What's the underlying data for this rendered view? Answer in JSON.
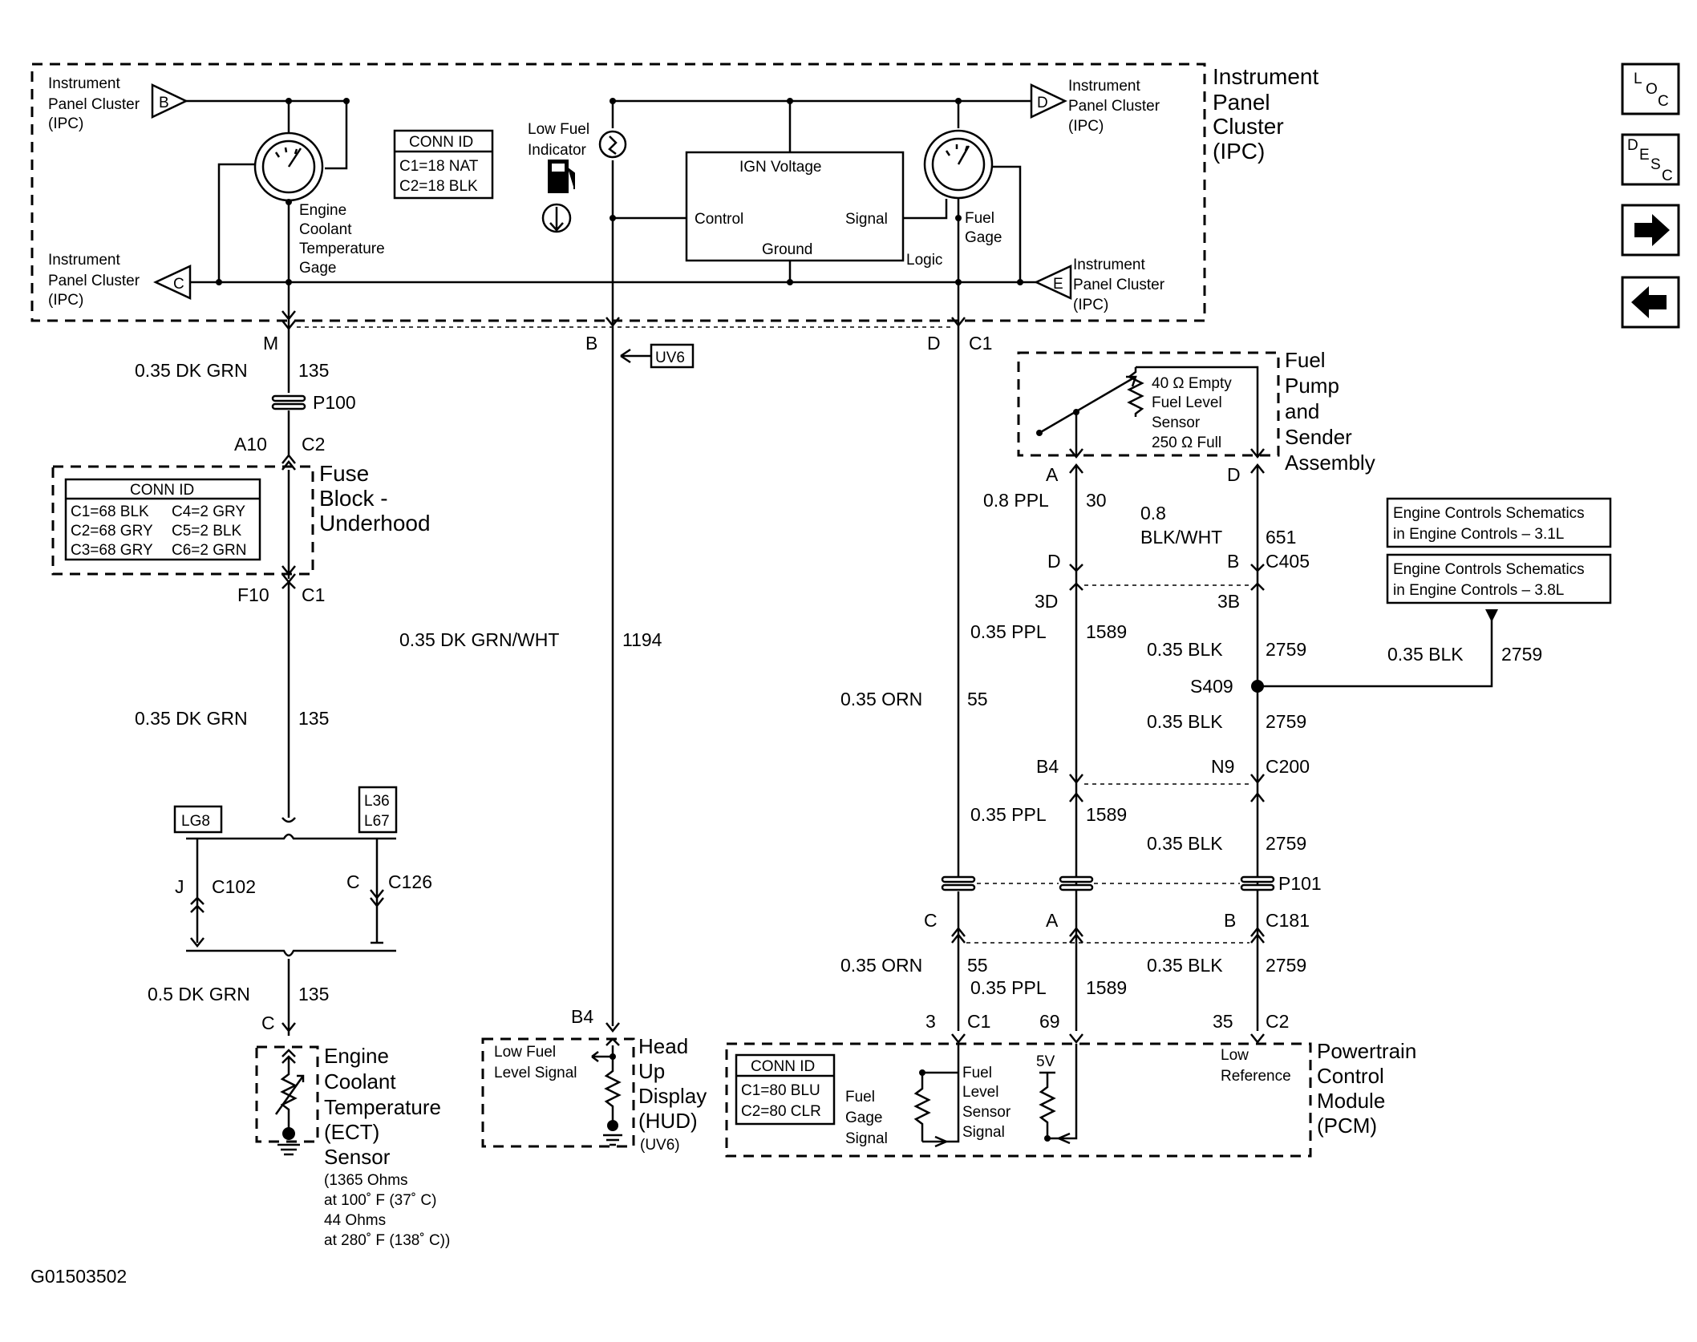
{
  "ipc": {
    "title": [
      "Instrument",
      "Panel",
      "Cluster",
      "(IPC)"
    ],
    "label_b": [
      "Instrument",
      "Panel Cluster",
      "(IPC)"
    ],
    "label_c": [
      "Instrument",
      "Panel Cluster",
      "(IPC)"
    ],
    "label_d": [
      "Instrument",
      "Panel Cluster",
      "(IPC)"
    ],
    "label_e": [
      "Instrument",
      "Panel Cluster",
      "(IPC)"
    ],
    "term_b": "B",
    "term_c": "C",
    "term_d": "D",
    "term_e": "E",
    "conn_title": "CONN ID",
    "conn_rows": [
      "C1=18 NAT",
      "C2=18 BLK"
    ],
    "low_fuel": [
      "Low Fuel",
      "Indicator"
    ],
    "ect_gage": [
      "Engine",
      "Coolant",
      "Temperature",
      "Gage"
    ],
    "fuel_gage": [
      "Fuel",
      "Gage"
    ],
    "ign_voltage": "IGN Voltage",
    "control": "Control",
    "signal": "Signal",
    "ground": "Ground",
    "logic": "Logic"
  },
  "nav": {
    "loc": [
      "L",
      "O",
      "C"
    ],
    "desc": [
      "D",
      "E",
      "S",
      "C"
    ]
  },
  "left": {
    "pin_m": "M",
    "wire1": "0.35 DK GRN",
    "circuit1": "135",
    "p100": "P100",
    "a10": "A10",
    "c2": "C2",
    "fuse_block": [
      "Fuse",
      "Block -",
      "Underhood"
    ],
    "conn_title": "CONN ID",
    "conn_rows": [
      [
        "C1=68 BLK",
        "C4=2 GRY"
      ],
      [
        "C2=68 GRY",
        "C5=2 BLK"
      ],
      [
        "C3=68 GRY",
        "C6=2 GRN"
      ]
    ],
    "f10": "F10",
    "c1": "C1",
    "wire2": "0.35 DK GRN",
    "circuit2": "135",
    "lg8": "LG8",
    "l36": [
      "L36",
      "L67"
    ],
    "j": "J",
    "c102": "C102",
    "c": "C",
    "c126": "C126",
    "wire3": "0.5 DK GRN",
    "circuit3": "135",
    "pin_c": "C",
    "ect_sensor": [
      "Engine",
      "Coolant",
      "Temperature",
      "(ECT)",
      "Sensor"
    ],
    "ect_specs": [
      "(1365 Ohms",
      "at 100˚ F (37˚ C)",
      "44 Ohms",
      "at 280˚ F (138˚ C))"
    ]
  },
  "middle": {
    "pin_b": "B",
    "uv6": "UV6",
    "wire": "0.35 DK GRN/WHT",
    "circuit": "1194",
    "b4": "B4",
    "hud_signal": [
      "Low Fuel",
      "Level Signal"
    ],
    "hud": [
      "Head",
      "Up",
      "Display",
      "(HUD)"
    ],
    "hud_option": "(UV6)"
  },
  "right": {
    "pin_d": "D",
    "c1": "C1",
    "sender": [
      "Fuel",
      "Pump",
      "and",
      "Sender",
      "Assembly"
    ],
    "sensor_text": [
      "40 Ω  Empty",
      "Fuel Level",
      "Sensor",
      "250 Ω Full"
    ],
    "pin_a": "A",
    "pin_d2": "D",
    "wire_ppl_08": "0.8 PPL",
    "circuit_30": "30",
    "wire_blkwht": [
      "0.8",
      "BLK/WHT"
    ],
    "circuit_651": "651",
    "d405": "D",
    "b405": "B",
    "c405": "C405",
    "p3d": "3D",
    "p3b": "3B",
    "wire_ppl": "0.35 PPL",
    "circuit_1589": "1589",
    "wire_blk": "0.35 BLK",
    "circuit_2759": "2759",
    "wire_orn": "0.35 ORN",
    "circuit_55": "55",
    "s409": "S409",
    "eng_ref1": [
      "Engine Controls Schematics",
      "in Engine Controls – 3.1L"
    ],
    "eng_ref2": [
      "Engine Controls Schematics",
      "in Engine Controls – 3.8L"
    ],
    "b4": "B4",
    "n9": "N9",
    "c200": "C200",
    "p101": "P101",
    "pc": "C",
    "pa": "A",
    "pb": "B",
    "c181": "C181",
    "pin_3": "3",
    "pin_c1": "C1",
    "pin_69": "69",
    "pin_35": "35",
    "pin_c2": "C2",
    "conn_title": "CONN ID",
    "conn_rows": [
      "C1=80 BLU",
      "C2=80 CLR"
    ],
    "pcm_fuel_gage": [
      "Fuel",
      "Gage",
      "Signal"
    ],
    "pcm_fuel_level": [
      "Fuel",
      "Level",
      "Sensor",
      "Signal"
    ],
    "pcm_5v": "5V",
    "pcm_low_ref": [
      "Low",
      "Reference"
    ],
    "pcm": [
      "Powertrain",
      "Control",
      "Module",
      "(PCM)"
    ]
  },
  "footer": {
    "code": "G01503502"
  }
}
